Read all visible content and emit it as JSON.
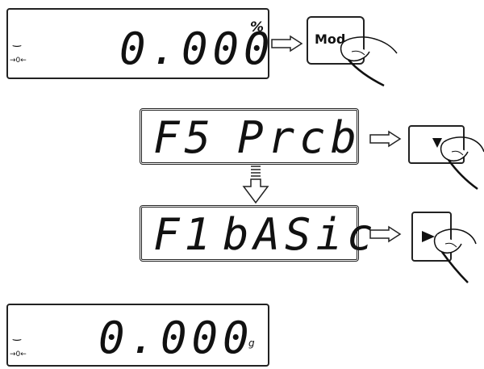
{
  "display_top": {
    "value": "0.000",
    "unit": "%",
    "stable_icon": "stable-indicator-icon",
    "zero_icon": "zero-indicator-icon"
  },
  "mod_key": {
    "label": "Mod"
  },
  "menu_f5": {
    "code": "F5",
    "name": "Prcb"
  },
  "menu_f1": {
    "code": "F1",
    "name": "bASic"
  },
  "down_key": {
    "icon": "down-arrow-icon"
  },
  "enter_key": {
    "icon": "right-arrow-icon"
  },
  "display_bottom": {
    "value": "0.000",
    "unit": "g",
    "stable_icon": "stable-indicator-icon",
    "zero_icon": "zero-indicator-icon"
  }
}
